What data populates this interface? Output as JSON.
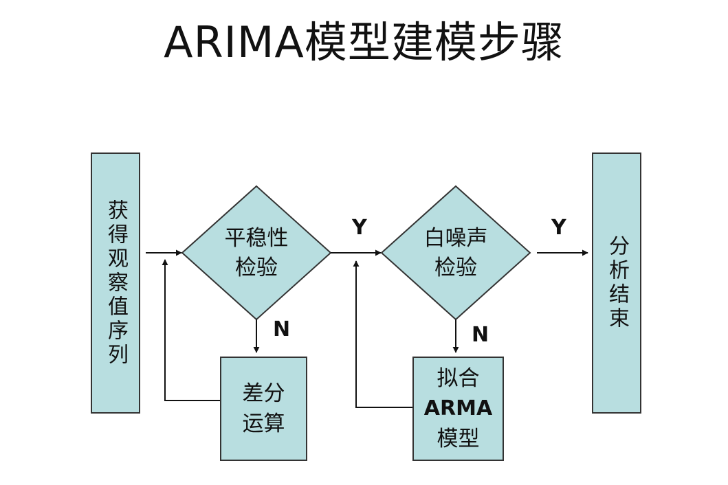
{
  "title": "ARIMA模型建模步骤",
  "nodes": {
    "obtain_series": {
      "text": "获得观察值序列"
    },
    "stationarity_test": {
      "line1": "平稳性",
      "line2": "检验"
    },
    "difference": {
      "line1": "差分",
      "line2": "运算"
    },
    "white_noise_test": {
      "line1": "白噪声",
      "line2": "检验"
    },
    "fit_arma": {
      "line1": "拟合",
      "line2": "ARMA",
      "line3": "模型"
    },
    "end_analysis": {
      "text": "分析结束"
    }
  },
  "labels": {
    "yes_1": "Y",
    "no_1": "N",
    "yes_2": "Y",
    "no_2": "N"
  },
  "colors": {
    "node_fill": "#b8dee0",
    "node_border": "#333333",
    "line": "#111111"
  }
}
